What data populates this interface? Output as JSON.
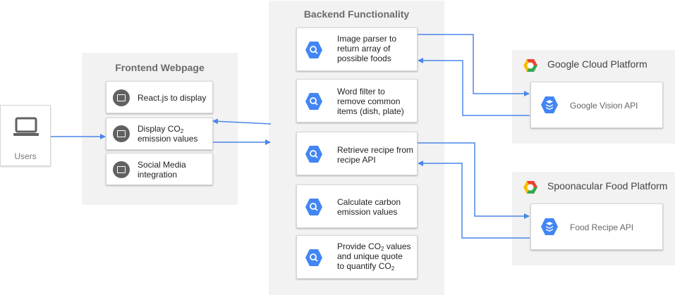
{
  "users": {
    "label": "Users",
    "icon": "laptop-icon"
  },
  "frontend": {
    "title": "Frontend Webpage",
    "items": [
      {
        "icon": "display-icon",
        "text": "React.js to display"
      },
      {
        "icon": "display-icon",
        "line1": "Display CO",
        "sub": "2",
        "line1_rest": "",
        "line2": "emission values"
      },
      {
        "icon": "display-icon",
        "line1": "Social Media",
        "line2": "integration"
      }
    ]
  },
  "backend": {
    "title": "Backend Functionality",
    "items": [
      {
        "icon": "bigquery-icon",
        "lines": [
          "Image parser to",
          "return array of",
          "possible foods"
        ]
      },
      {
        "icon": "bigquery-icon",
        "lines": [
          "Word filter to",
          "remove common",
          "items (dish, plate)"
        ]
      },
      {
        "icon": "bigquery-icon",
        "lines": [
          "Retrieve recipe from",
          "recipe API"
        ]
      },
      {
        "icon": "bigquery-icon",
        "lines": [
          "Calculate carbon",
          "emission values"
        ]
      },
      {
        "icon": "bigquery-icon",
        "l1a": "Provide CO",
        "l1sub": "2",
        "l1b": " values",
        "l2": "and unique quote",
        "l3a": "to quantify CO",
        "l3sub": "2"
      }
    ]
  },
  "google_platform": {
    "title": "Google Cloud Platform",
    "logo": "gcp-logo-icon",
    "api": {
      "icon": "datastore-icon",
      "label": "Google Vision API"
    }
  },
  "spoon_platform": {
    "title": "Spoonacular Food Platform",
    "logo": "gcp-logo-icon",
    "api": {
      "icon": "datastore-icon",
      "label": "Food Recipe API"
    }
  },
  "colors": {
    "arrow": "#4a86e8",
    "icon_blue": "#4285f4",
    "zone_bg": "#f2f2f2",
    "fe_icon": "#616161"
  }
}
